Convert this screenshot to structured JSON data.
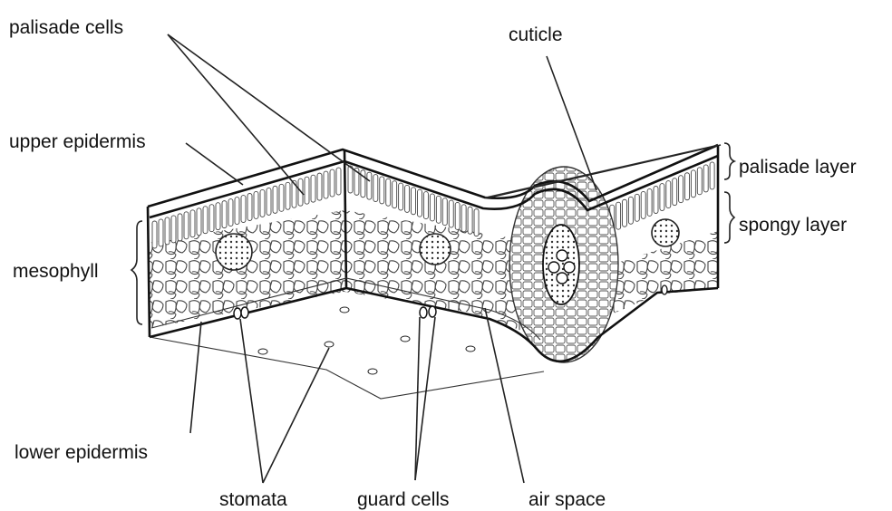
{
  "labels": {
    "palisade_cells": "palisade cells",
    "cuticle": "cuticle",
    "upper_epidermis": "upper epidermis",
    "palisade_layer": "palisade layer",
    "spongy_layer": "spongy layer",
    "mesophyll": "mesophyll",
    "lower_epidermis": "lower epidermis",
    "stomata": "stomata",
    "guard_cells": "guard cells",
    "air_space": "air space"
  }
}
